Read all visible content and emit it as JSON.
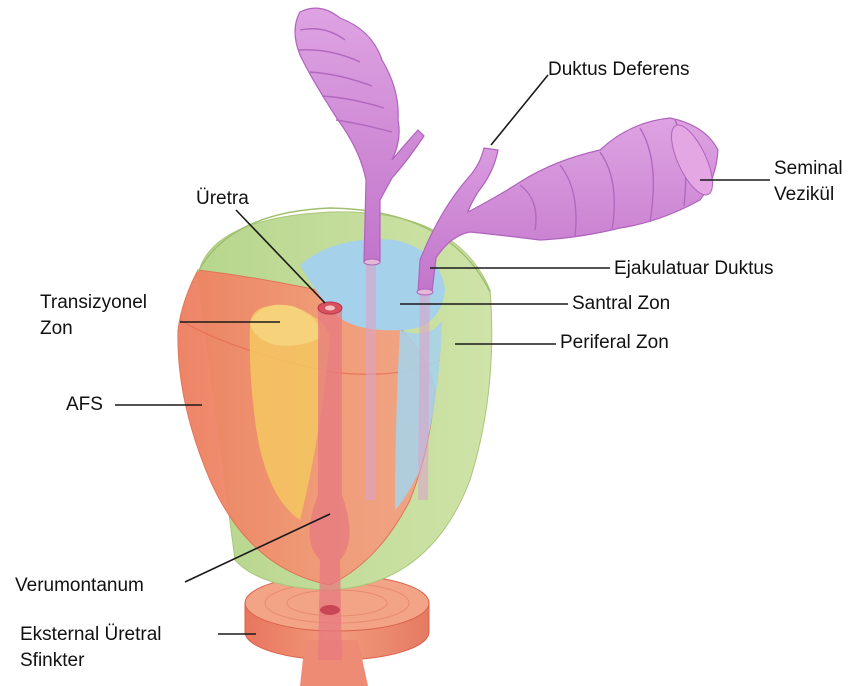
{
  "diagram": {
    "labels": {
      "duktus_deferens": "Duktus Deferens",
      "seminal_vezikul": {
        "line1": "Seminal",
        "line2": "Vezikül"
      },
      "uretra": "Üretra",
      "ejakulatuar_duktus": "Ejakulatuar Duktus",
      "transizyonel_zon": {
        "line1": "Transizyonel",
        "line2": "Zon"
      },
      "santral_zon": "Santral Zon",
      "periferal_zon": "Periferal Zon",
      "afs": "AFS",
      "verumontanum": "Verumontanum",
      "eksternal_uretral_sfinkter": {
        "line1": "Eksternal Üretral",
        "line2": "Sfinkter"
      }
    },
    "colors": {
      "seminal_vesicle": "#cf86d6",
      "duct": "#d78ad4",
      "peripheral_zone": "#c3dd98",
      "central_zone": "#9fcde6",
      "transition_zone": "#f2c35c",
      "afs": "#f08a67",
      "urethra": "#e46a74",
      "sphincter": "#ea8268",
      "leader_line": "#1a1a1a"
    }
  }
}
